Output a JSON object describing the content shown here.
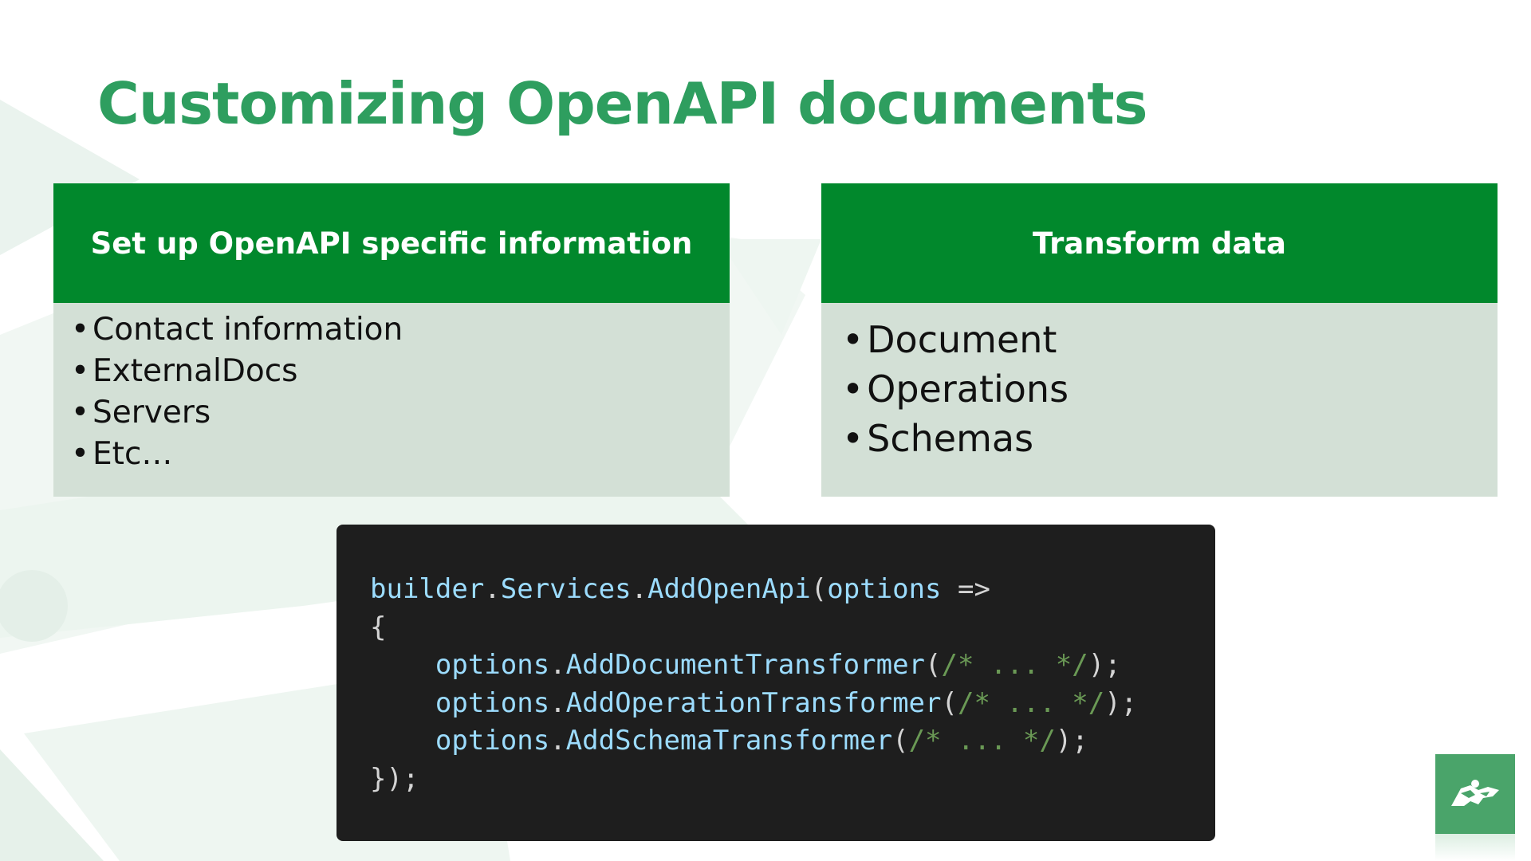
{
  "slide": {
    "title": "Customizing OpenAPI documents",
    "accent_color": "#2e9e5f",
    "header_color": "#01882c",
    "body_color": "#d3e0d6",
    "code_bg_color": "#1e1e1e"
  },
  "left_card": {
    "header": "Set up OpenAPI specific information",
    "items": [
      "Contact information",
      "ExternalDocs",
      "Servers",
      "Etc…"
    ]
  },
  "right_card": {
    "header": "Transform data",
    "items": [
      "Document",
      "Operations",
      "Schemas"
    ]
  },
  "bullet_char": "•",
  "code": {
    "lines": [
      [
        {
          "t": "builder",
          "c": "id"
        },
        {
          "t": ".",
          "c": "punct"
        },
        {
          "t": "Services",
          "c": "id"
        },
        {
          "t": ".",
          "c": "punct"
        },
        {
          "t": "AddOpenApi",
          "c": "fn"
        },
        {
          "t": "(",
          "c": "punct"
        },
        {
          "t": "options",
          "c": "id"
        },
        {
          "t": " =>",
          "c": "punct"
        }
      ],
      [
        {
          "t": "{",
          "c": "punct"
        }
      ],
      [
        {
          "t": "    ",
          "c": "punct"
        },
        {
          "t": "options",
          "c": "id"
        },
        {
          "t": ".",
          "c": "punct"
        },
        {
          "t": "AddDocumentTransformer",
          "c": "fn"
        },
        {
          "t": "(",
          "c": "punct"
        },
        {
          "t": "/* ... */",
          "c": "comment"
        },
        {
          "t": ");",
          "c": "punct"
        }
      ],
      [
        {
          "t": "    ",
          "c": "punct"
        },
        {
          "t": "options",
          "c": "id"
        },
        {
          "t": ".",
          "c": "punct"
        },
        {
          "t": "AddOperationTransformer",
          "c": "fn"
        },
        {
          "t": "(",
          "c": "punct"
        },
        {
          "t": "/* ... */",
          "c": "comment"
        },
        {
          "t": ");",
          "c": "punct"
        }
      ],
      [
        {
          "t": "    ",
          "c": "punct"
        },
        {
          "t": "options",
          "c": "id"
        },
        {
          "t": ".",
          "c": "punct"
        },
        {
          "t": "AddSchemaTransformer",
          "c": "fn"
        },
        {
          "t": "(",
          "c": "punct"
        },
        {
          "t": "/* ... */",
          "c": "comment"
        },
        {
          "t": ");",
          "c": "punct"
        }
      ],
      [
        {
          "t": "});",
          "c": "punct"
        }
      ]
    ]
  },
  "logo": {
    "icon": "runner-logo-icon"
  }
}
